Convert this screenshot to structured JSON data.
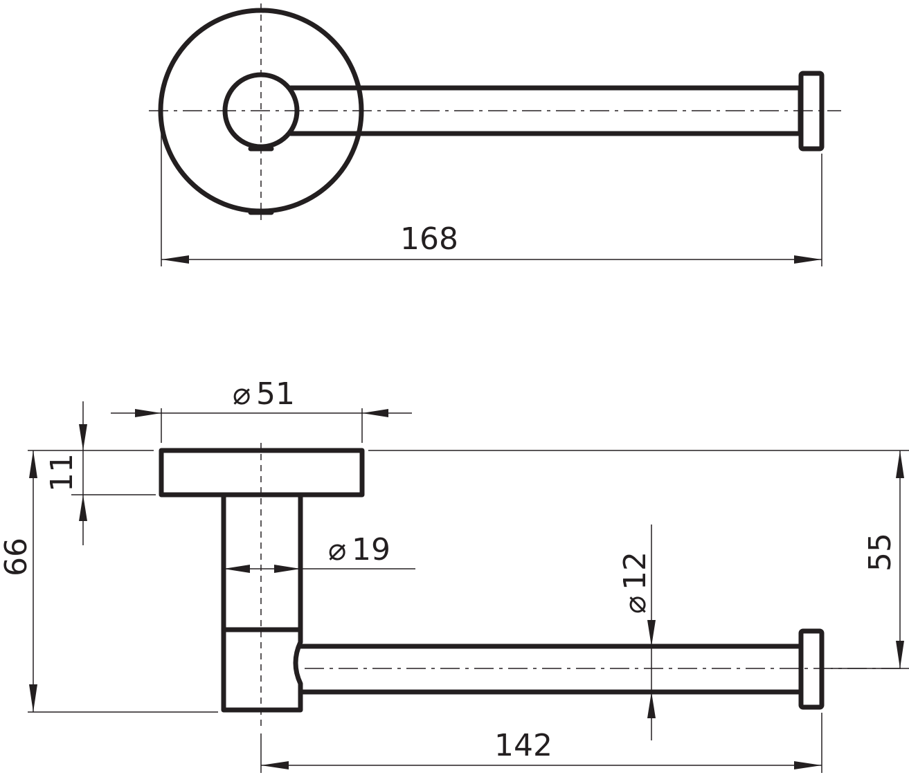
{
  "dimensions": {
    "total_length": "168",
    "mount_diameter": "51",
    "rosette_thickness": "11",
    "overall_height": "66",
    "post_diameter": "19",
    "arm_diameter": "12",
    "arm_height": "55",
    "arm_length": "142"
  },
  "symbols": {
    "diameter": "⌀"
  },
  "colors": {
    "line": "#231f20",
    "background": "#ffffff"
  }
}
